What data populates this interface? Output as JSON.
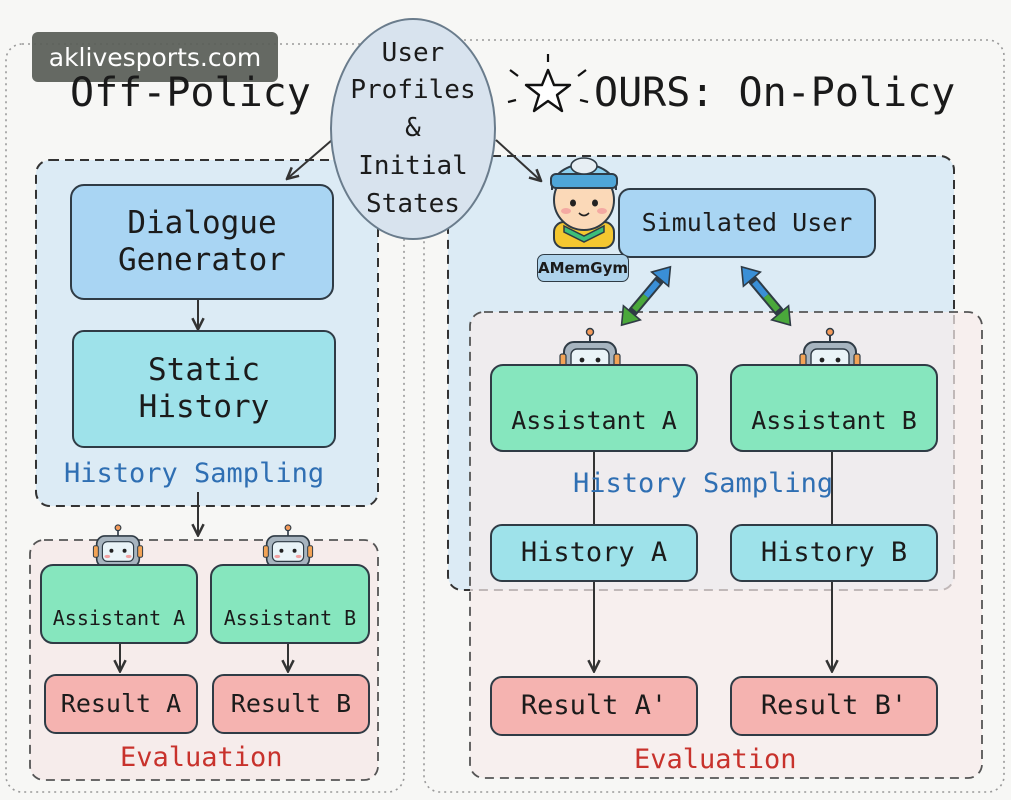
{
  "watermark": "aklivesports.com",
  "off_policy": {
    "title": "Off-Policy",
    "dialogue_generator": "Dialogue\nGenerator",
    "static_history": "Static\nHistory",
    "history_sampling": "History Sampling",
    "assistant_a": "Assistant A",
    "assistant_b": "Assistant B",
    "result_a": "Result A",
    "result_b": "Result B",
    "evaluation": "Evaluation"
  },
  "center": {
    "profiles": "User\nProfiles\n&\nInitial\nStates"
  },
  "on_policy": {
    "title": "OURS: On-Policy",
    "simulated_user": "Simulated User",
    "amemgym_badge": "AMemGym",
    "assistant_a": "Assistant A",
    "assistant_b": "Assistant B",
    "history_sampling": "History Sampling",
    "history_a": "History A",
    "history_b": "History B",
    "result_a": "Result A'",
    "result_b": "Result B'",
    "evaluation": "Evaluation"
  },
  "icons": [
    "robot-icon",
    "user-avatar-icon",
    "star-icon",
    "bidirectional-arrow-icon"
  ],
  "colors": {
    "accent_blue_text": "#2f6fb3",
    "accent_red_text": "#c8322c",
    "generator_fill": "#a9d5f3",
    "assistant_fill": "#86e6be",
    "history_fill": "#9ee2ea",
    "result_fill": "#f5b3b0",
    "arrow_blue": "#3a8fd6",
    "arrow_green": "#4aa83b"
  }
}
